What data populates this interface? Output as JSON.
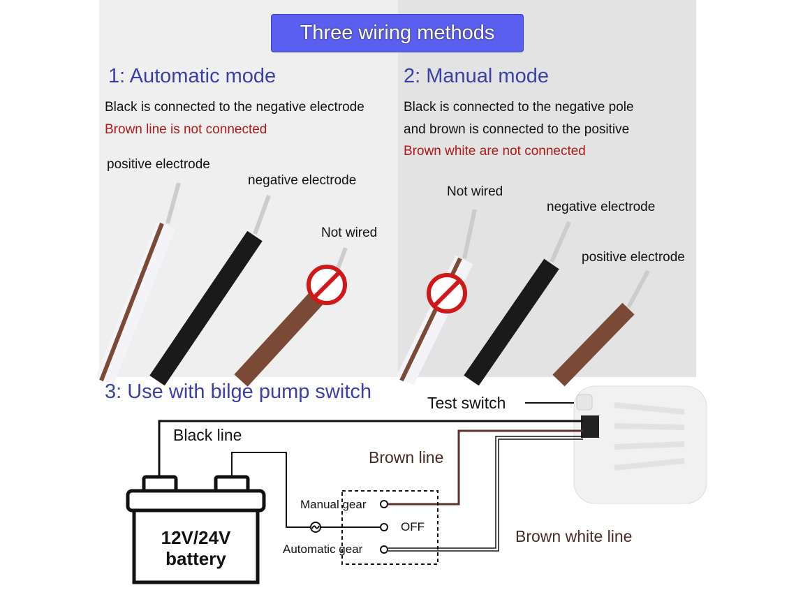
{
  "header": {
    "title": "Three wiring methods"
  },
  "automatic_mode": {
    "heading": "1: Automatic mode",
    "line1": "Black is connected to the negative electrode",
    "warning": "Brown line is not connected",
    "labels": {
      "positive": "positive electrode",
      "negative": "negative electrode",
      "not_wired": "Not wired"
    }
  },
  "manual_mode": {
    "heading": "2: Manual mode",
    "line1": "Black is connected to the negative pole",
    "line2": "and brown is connected to the positive",
    "warning": "Brown white are not connected",
    "labels": {
      "not_wired": "Not wired",
      "negative": "negative electrode",
      "positive": "positive electrode"
    }
  },
  "bilge_switch": {
    "heading": "3: Use with bilge pump switch",
    "test_switch": "Test switch",
    "black_line": "Black line",
    "brown_line": "Brown line",
    "brown_white_line": "Brown white line",
    "manual_gear": "Manual gear",
    "off": "OFF",
    "automatic_gear": "Automatic gear",
    "battery_voltage": "12V/24V",
    "battery_label": "battery"
  },
  "colors": {
    "accent": "#5a5ff0",
    "heading": "#3a3fa8",
    "warning": "#b01818",
    "brown": "#6b3a2a"
  }
}
